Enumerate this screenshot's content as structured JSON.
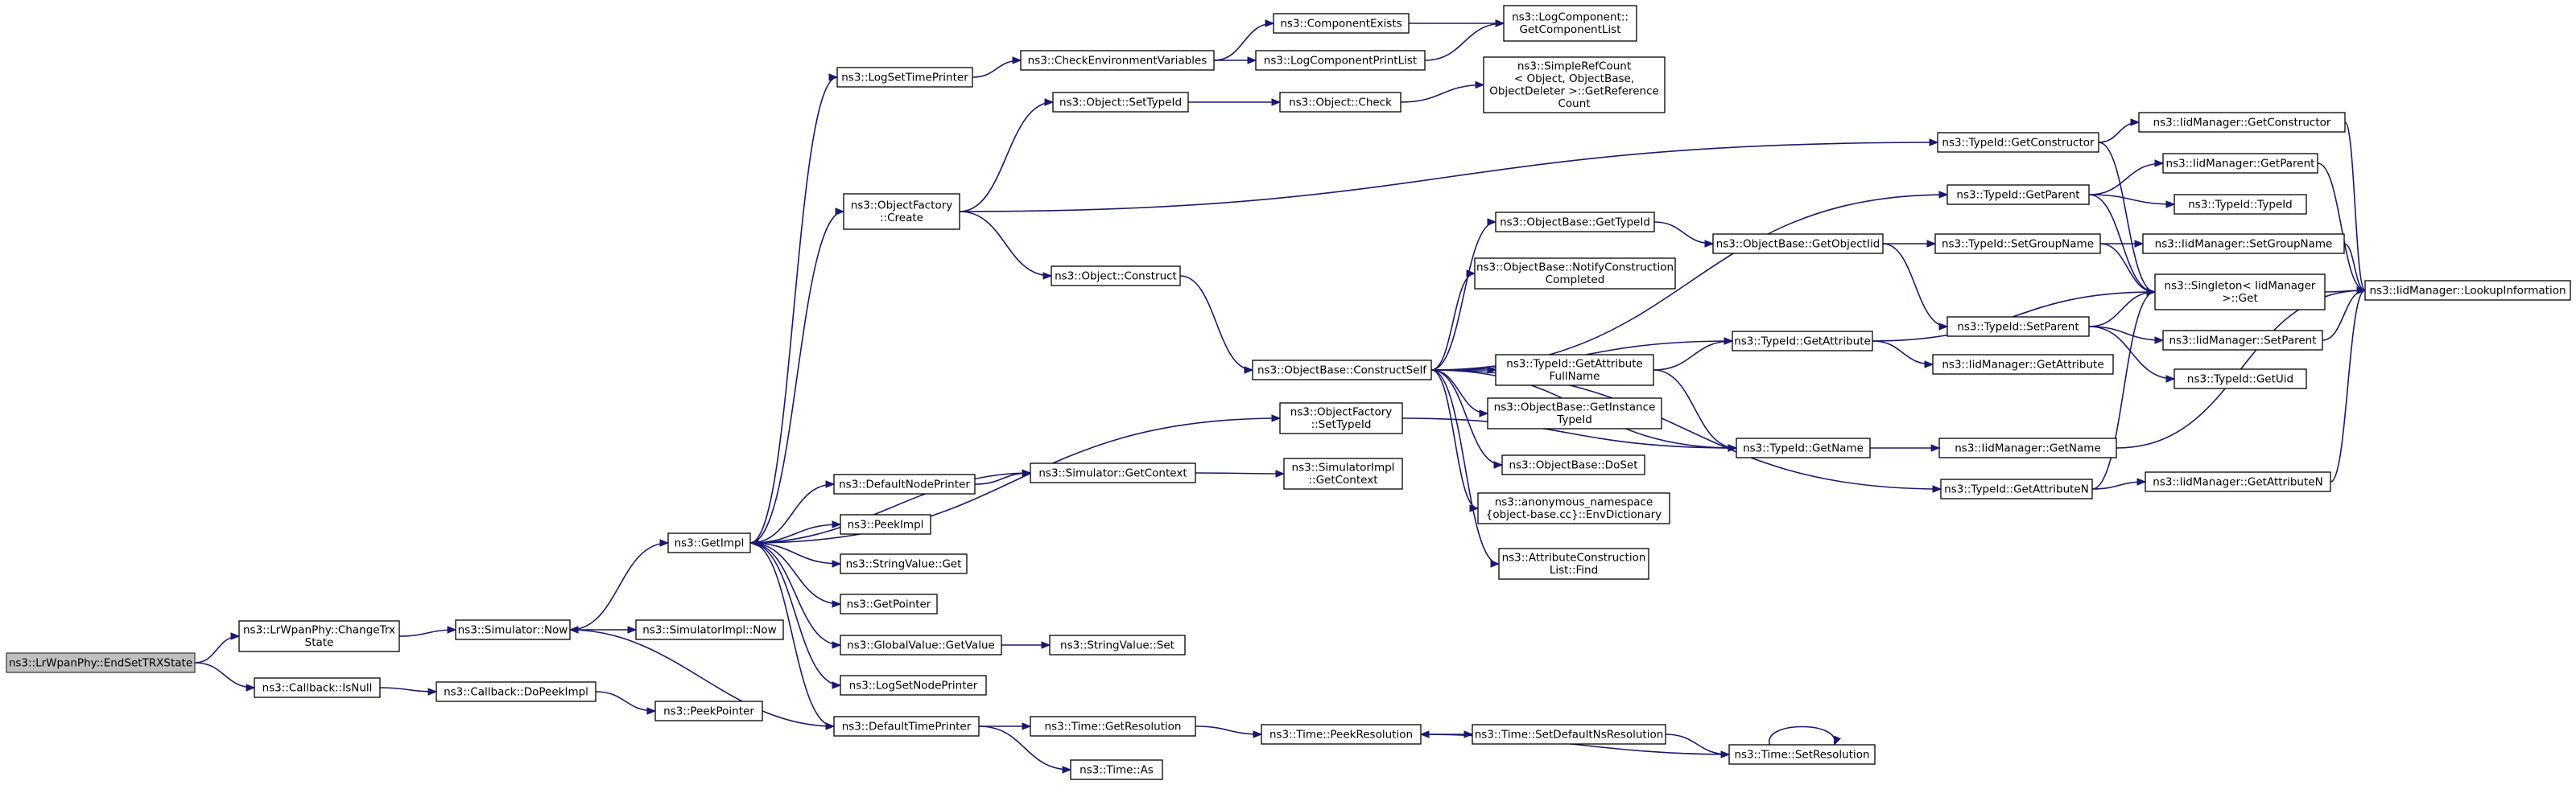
{
  "graph": {
    "root": "ns3::LrWpanPhy::EndSetTRXState",
    "nodes": [
      {
        "id": "n0",
        "lines": [
          "ns3::LrWpanPhy::EndSetTRXState"
        ],
        "root": true
      },
      {
        "id": "n1",
        "lines": [
          "ns3::LrWpanPhy::ChangeTrx",
          "State"
        ]
      },
      {
        "id": "n2",
        "lines": [
          "ns3::Callback::IsNull"
        ]
      },
      {
        "id": "n3",
        "lines": [
          "ns3::Simulator::Now"
        ]
      },
      {
        "id": "n4",
        "lines": [
          "ns3::Callback::DoPeekImpl"
        ]
      },
      {
        "id": "n5",
        "lines": [
          "ns3::PeekPointer"
        ]
      },
      {
        "id": "n6",
        "lines": [
          "ns3::SimulatorImpl::Now"
        ]
      },
      {
        "id": "n7",
        "lines": [
          "ns3::GetImpl"
        ]
      },
      {
        "id": "n8",
        "lines": [
          "ns3::LogSetTimePrinter"
        ]
      },
      {
        "id": "n9",
        "lines": [
          "ns3::ObjectFactory",
          "::Create"
        ]
      },
      {
        "id": "n10",
        "lines": [
          "ns3::ObjectFactory",
          "::SetTypeId"
        ]
      },
      {
        "id": "n11",
        "lines": [
          "ns3::DefaultNodePrinter"
        ]
      },
      {
        "id": "n12",
        "lines": [
          "ns3::PeekImpl"
        ]
      },
      {
        "id": "n13",
        "lines": [
          "ns3::StringValue::Get"
        ]
      },
      {
        "id": "n14",
        "lines": [
          "ns3::GetPointer"
        ]
      },
      {
        "id": "n15",
        "lines": [
          "ns3::GlobalValue::GetValue"
        ]
      },
      {
        "id": "n16",
        "lines": [
          "ns3::LogSetNodePrinter"
        ]
      },
      {
        "id": "n17",
        "lines": [
          "ns3::DefaultTimePrinter"
        ]
      },
      {
        "id": "n18",
        "lines": [
          "ns3::CheckEnvironmentVariables"
        ]
      },
      {
        "id": "n19",
        "lines": [
          "ns3::ComponentExists"
        ]
      },
      {
        "id": "n20",
        "lines": [
          "ns3::LogComponentPrintList"
        ]
      },
      {
        "id": "n21",
        "lines": [
          "ns3::LogComponent::",
          "GetComponentList"
        ]
      },
      {
        "id": "n22",
        "lines": [
          "ns3::Object::SetTypeId"
        ]
      },
      {
        "id": "n23",
        "lines": [
          "ns3::Object::Check"
        ]
      },
      {
        "id": "n24",
        "lines": [
          "ns3::SimpleRefCount",
          "< Object, ObjectBase,",
          "ObjectDeleter >::GetReference",
          "Count"
        ]
      },
      {
        "id": "n25",
        "lines": [
          "ns3::Object::Construct"
        ]
      },
      {
        "id": "n26",
        "lines": [
          "ns3::ObjectBase::ConstructSelf"
        ]
      },
      {
        "id": "n27",
        "lines": [
          "ns3::Simulator::GetContext"
        ]
      },
      {
        "id": "n28",
        "lines": [
          "ns3::SimulatorImpl",
          "::GetContext"
        ]
      },
      {
        "id": "n29",
        "lines": [
          "ns3::StringValue::Set"
        ]
      },
      {
        "id": "n30",
        "lines": [
          "ns3::Time::GetResolution"
        ]
      },
      {
        "id": "n31",
        "lines": [
          "ns3::Time::As"
        ]
      },
      {
        "id": "n32",
        "lines": [
          "ns3::Time::PeekResolution"
        ]
      },
      {
        "id": "n33",
        "lines": [
          "ns3::Time::SetDefaultNsResolution"
        ]
      },
      {
        "id": "n34",
        "lines": [
          "ns3::Time::SetResolution"
        ]
      },
      {
        "id": "n35",
        "lines": [
          "ns3::ObjectBase::GetTypeId"
        ]
      },
      {
        "id": "n36",
        "lines": [
          "ns3::ObjectBase::NotifyConstruction",
          "Completed"
        ]
      },
      {
        "id": "n37",
        "lines": [
          "ns3::TypeId::GetAttribute",
          "FullName"
        ]
      },
      {
        "id": "n38",
        "lines": [
          "ns3::ObjectBase::GetInstance",
          "TypeId"
        ]
      },
      {
        "id": "n39",
        "lines": [
          "ns3::ObjectBase::DoSet"
        ]
      },
      {
        "id": "n40",
        "lines": [
          "ns3::anonymous_namespace",
          "{object-base.cc}::EnvDictionary"
        ]
      },
      {
        "id": "n41",
        "lines": [
          "ns3::AttributeConstruction",
          "List::Find"
        ]
      },
      {
        "id": "n42",
        "lines": [
          "ns3::ObjectBase::GetObjectIid"
        ]
      },
      {
        "id": "n43",
        "lines": [
          "ns3::TypeId::GetAttribute"
        ]
      },
      {
        "id": "n44",
        "lines": [
          "ns3::TypeId::GetName"
        ]
      },
      {
        "id": "n45",
        "lines": [
          "ns3::TypeId::GetConstructor"
        ]
      },
      {
        "id": "n46",
        "lines": [
          "ns3::TypeId::GetParent"
        ]
      },
      {
        "id": "n47",
        "lines": [
          "ns3::TypeId::SetGroupName"
        ]
      },
      {
        "id": "n48",
        "lines": [
          "ns3::TypeId::SetParent"
        ]
      },
      {
        "id": "n49",
        "lines": [
          "ns3::IidManager::GetAttribute"
        ]
      },
      {
        "id": "n50",
        "lines": [
          "ns3::IidManager::GetName"
        ]
      },
      {
        "id": "n51",
        "lines": [
          "ns3::TypeId::GetAttributeN"
        ]
      },
      {
        "id": "n52",
        "lines": [
          "ns3::IidManager::GetConstructor"
        ]
      },
      {
        "id": "n53",
        "lines": [
          "ns3::IidManager::GetParent"
        ]
      },
      {
        "id": "n54",
        "lines": [
          "ns3::TypeId::TypeId"
        ]
      },
      {
        "id": "n55",
        "lines": [
          "ns3::IidManager::SetGroupName"
        ]
      },
      {
        "id": "n56",
        "lines": [
          "ns3::Singleton< IidManager",
          ">::Get"
        ]
      },
      {
        "id": "n57",
        "lines": [
          "ns3::IidManager::SetParent"
        ]
      },
      {
        "id": "n58",
        "lines": [
          "ns3::TypeId::GetUid"
        ]
      },
      {
        "id": "n59",
        "lines": [
          "ns3::IidManager::GetAttributeN"
        ]
      },
      {
        "id": "n60",
        "lines": [
          "ns3::IidManager::LookupInformation"
        ]
      }
    ],
    "edges": [
      [
        "n0",
        "n1"
      ],
      [
        "n0",
        "n2"
      ],
      [
        "n1",
        "n3"
      ],
      [
        "n2",
        "n4"
      ],
      [
        "n4",
        "n5"
      ],
      [
        "n3",
        "n6"
      ],
      [
        "n3",
        "n7"
      ],
      [
        "n7",
        "n8"
      ],
      [
        "n7",
        "n9"
      ],
      [
        "n7",
        "n10"
      ],
      [
        "n7",
        "n11"
      ],
      [
        "n7",
        "n12"
      ],
      [
        "n7",
        "n13"
      ],
      [
        "n7",
        "n14"
      ],
      [
        "n7",
        "n15"
      ],
      [
        "n7",
        "n16"
      ],
      [
        "n7",
        "n17"
      ],
      [
        "n8",
        "n18"
      ],
      [
        "n18",
        "n19"
      ],
      [
        "n18",
        "n20"
      ],
      [
        "n19",
        "n21"
      ],
      [
        "n20",
        "n21"
      ],
      [
        "n9",
        "n22"
      ],
      [
        "n9",
        "n25"
      ],
      [
        "n9",
        "n45"
      ],
      [
        "n22",
        "n23"
      ],
      [
        "n23",
        "n24"
      ],
      [
        "n25",
        "n26"
      ],
      [
        "n26",
        "n35"
      ],
      [
        "n26",
        "n36"
      ],
      [
        "n26",
        "n37"
      ],
      [
        "n26",
        "n38"
      ],
      [
        "n26",
        "n39"
      ],
      [
        "n26",
        "n40"
      ],
      [
        "n26",
        "n41"
      ],
      [
        "n26",
        "n43"
      ],
      [
        "n26",
        "n44"
      ],
      [
        "n26",
        "n46"
      ],
      [
        "n26",
        "n51"
      ],
      [
        "n11",
        "n27"
      ],
      [
        "n27",
        "n7"
      ],
      [
        "n27",
        "n28"
      ],
      [
        "n10",
        "n44"
      ],
      [
        "n15",
        "n29"
      ],
      [
        "n17",
        "n3"
      ],
      [
        "n17",
        "n30"
      ],
      [
        "n17",
        "n31"
      ],
      [
        "n30",
        "n32"
      ],
      [
        "n32",
        "n33"
      ],
      [
        "n33",
        "n34"
      ],
      [
        "n34",
        "n32"
      ],
      [
        "n34",
        "n34"
      ],
      [
        "n35",
        "n42"
      ],
      [
        "n42",
        "n47"
      ],
      [
        "n42",
        "n48"
      ],
      [
        "n37",
        "n43"
      ],
      [
        "n37",
        "n44"
      ],
      [
        "n43",
        "n49"
      ],
      [
        "n43",
        "n56"
      ],
      [
        "n44",
        "n50"
      ],
      [
        "n50",
        "n60"
      ],
      [
        "n45",
        "n52"
      ],
      [
        "n45",
        "n56"
      ],
      [
        "n52",
        "n60"
      ],
      [
        "n46",
        "n53"
      ],
      [
        "n46",
        "n54"
      ],
      [
        "n46",
        "n56"
      ],
      [
        "n53",
        "n60"
      ],
      [
        "n47",
        "n55"
      ],
      [
        "n47",
        "n56"
      ],
      [
        "n55",
        "n60"
      ],
      [
        "n48",
        "n56"
      ],
      [
        "n48",
        "n57"
      ],
      [
        "n48",
        "n58"
      ],
      [
        "n57",
        "n60"
      ],
      [
        "n51",
        "n56"
      ],
      [
        "n51",
        "n59"
      ],
      [
        "n59",
        "n60"
      ],
      [
        "n56",
        "n60"
      ]
    ]
  }
}
